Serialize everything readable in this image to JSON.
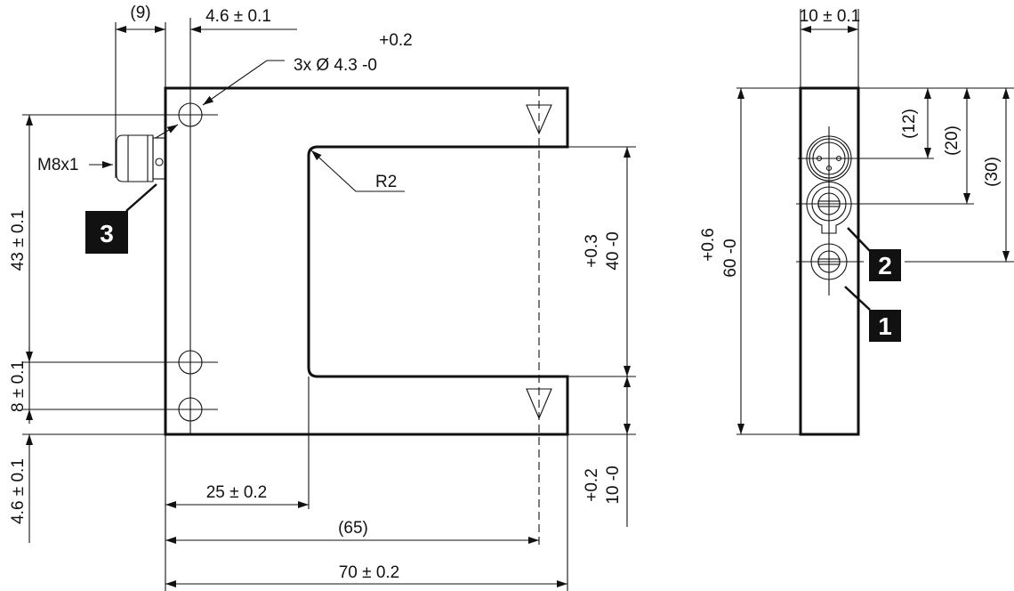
{
  "front_view": {
    "dim_connector_depth": "(9)",
    "dim_hole_offset_top": "4.6 ± 0.1",
    "hole_tol_upper": "+0.2",
    "hole_callout": "3x Ø 4.3 -0",
    "connector_label": "M8x1",
    "badge_connector": "3",
    "radius_label": "R2",
    "dim_hole_spacing_43": "43 ± 0.1",
    "dim_hole_spacing_8": "8 ± 0.1",
    "dim_hole_offset_bottom": "4.6 ± 0.1",
    "dim_slot_height_tol": "+0.3",
    "dim_slot_height": "40 -0",
    "dim_arm_tol": "+0.2",
    "dim_arm": "10 -0",
    "dim_slot_depth": "25 ± 0.2",
    "dim_axis": "(65)",
    "dim_width": "70 ± 0.2"
  },
  "side_view": {
    "dim_thickness": "10 ± 0.1",
    "dim_height_tol": "+0.6",
    "dim_height": "60 -0",
    "dim_12": "(12)",
    "dim_20": "(20)",
    "dim_30": "(30)",
    "badge_2": "2",
    "badge_1": "1"
  },
  "colors": {
    "line": "#111111",
    "background": "#ffffff"
  }
}
